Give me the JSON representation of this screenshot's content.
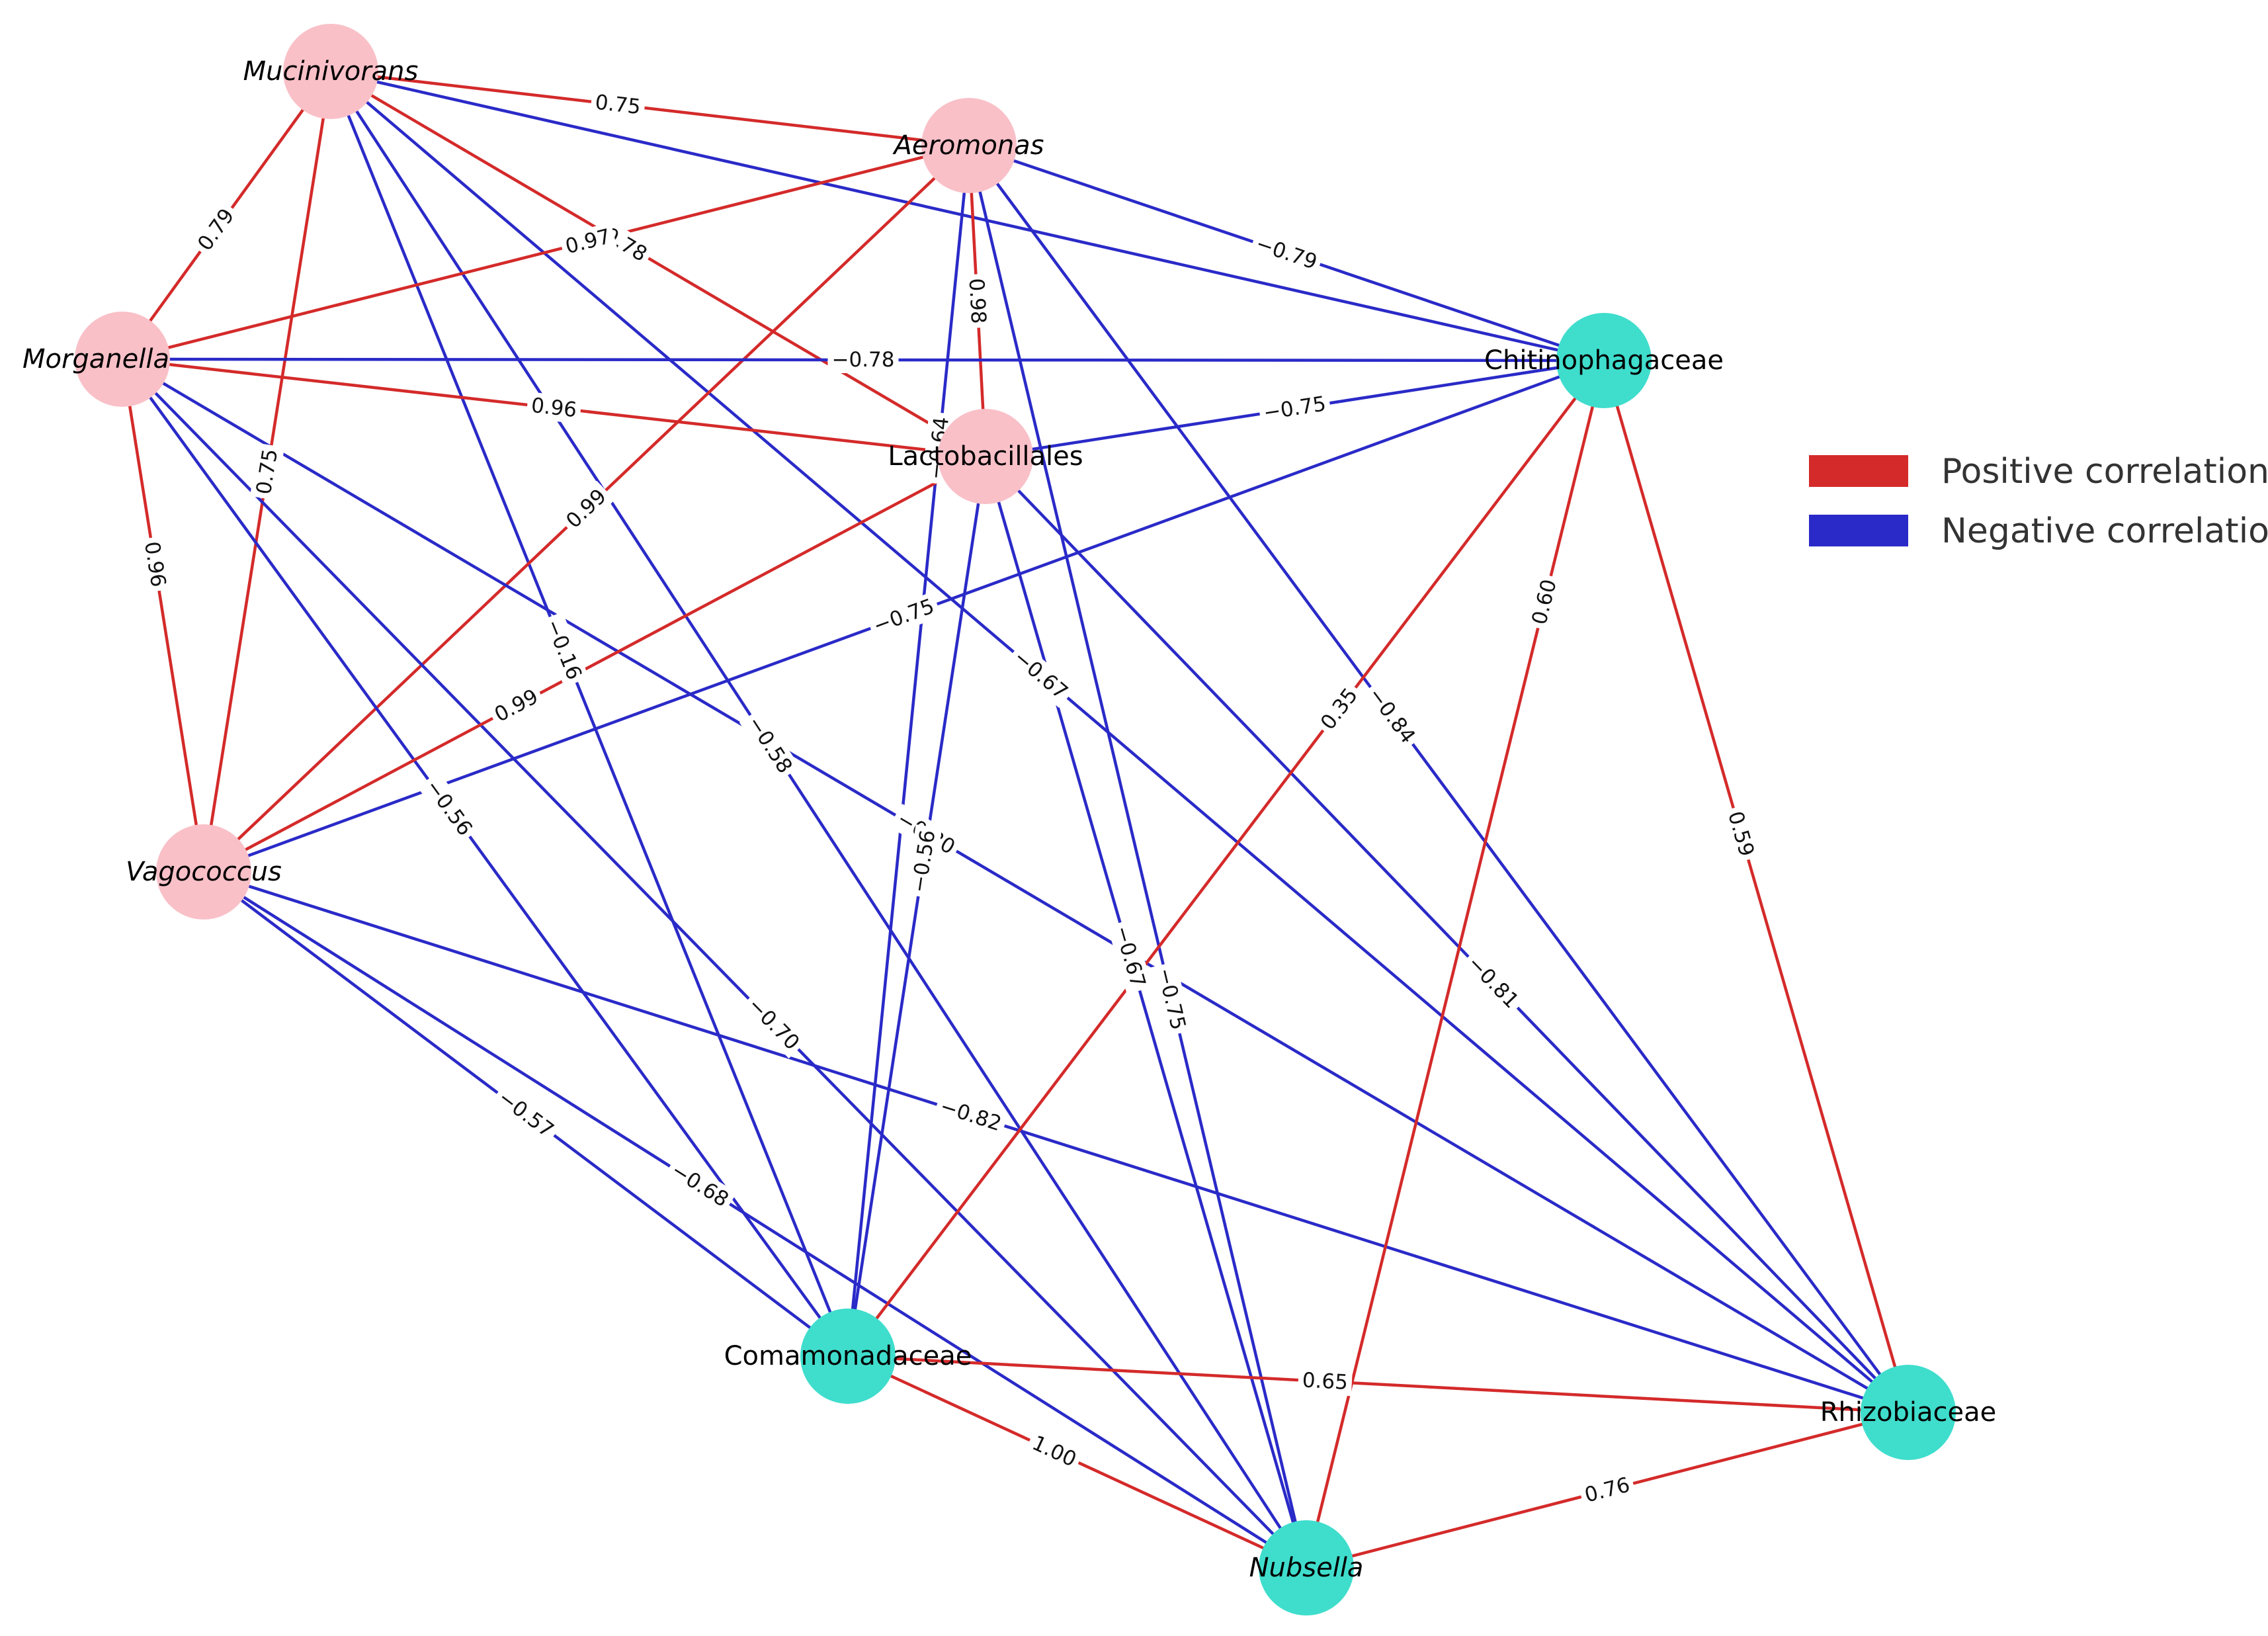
{
  "colors": {
    "positive": "#d42a2a",
    "negative": "#2a2ac8",
    "node_group_a": "#f9c0c8",
    "node_group_b": "#3fddcc"
  },
  "legend": {
    "positive_label": "Positive correlation",
    "negative_label": "Negative correlation"
  },
  "nodes": [
    {
      "id": "mucinivorans",
      "label": "Mucinivorans",
      "group": "a",
      "italic": true
    },
    {
      "id": "aeromonas",
      "label": "Aeromonas",
      "group": "a",
      "italic": true
    },
    {
      "id": "morganella",
      "label": "Morganella",
      "group": "a",
      "italic": true
    },
    {
      "id": "lactobacillales",
      "label": "Lactobacillales",
      "group": "a",
      "italic": false
    },
    {
      "id": "vagococcus",
      "label": "Vagococcus",
      "group": "a",
      "italic": true
    },
    {
      "id": "chitinophagaceae",
      "label": "Chitinophagaceae",
      "group": "b",
      "italic": false
    },
    {
      "id": "comamonadaceae",
      "label": "Comamonadaceae",
      "group": "b",
      "italic": false
    },
    {
      "id": "rhizobiaceae",
      "label": "Rhizobiaceae",
      "group": "b",
      "italic": false
    },
    {
      "id": "nubsella",
      "label": "Nubsella",
      "group": "b",
      "italic": true
    }
  ],
  "edges": [
    {
      "source": "mucinivorans",
      "target": "aeromonas",
      "sign": "positive",
      "label": "0.75"
    },
    {
      "source": "mucinivorans",
      "target": "morganella",
      "sign": "positive",
      "label": "0.79"
    },
    {
      "source": "mucinivorans",
      "target": "vagococcus",
      "sign": "positive",
      "label": "0.75"
    },
    {
      "source": "mucinivorans",
      "target": "lactobacillales",
      "sign": "positive",
      "label": "0.78"
    },
    {
      "source": "mucinivorans",
      "target": "chitinophagaceae",
      "sign": "negative",
      "label": ""
    },
    {
      "source": "mucinivorans",
      "target": "comamonadaceae",
      "sign": "negative",
      "label": "−0.16"
    },
    {
      "source": "mucinivorans",
      "target": "nubsella",
      "sign": "negative",
      "label": "−0.58"
    },
    {
      "source": "mucinivorans",
      "target": "rhizobiaceae",
      "sign": "negative",
      "label": "−0.67"
    },
    {
      "source": "aeromonas",
      "target": "morganella",
      "sign": "positive",
      "label": "0.97"
    },
    {
      "source": "aeromonas",
      "target": "lactobacillales",
      "sign": "positive",
      "label": "0.98"
    },
    {
      "source": "aeromonas",
      "target": "vagococcus",
      "sign": "positive",
      "label": "0.99"
    },
    {
      "source": "aeromonas",
      "target": "chitinophagaceae",
      "sign": "negative",
      "label": "−0.79"
    },
    {
      "source": "aeromonas",
      "target": "comamonadaceae",
      "sign": "negative",
      "label": "−0.64"
    },
    {
      "source": "aeromonas",
      "target": "nubsella",
      "sign": "negative",
      "label": "−0.75"
    },
    {
      "source": "aeromonas",
      "target": "rhizobiaceae",
      "sign": "negative",
      "label": "−0.84"
    },
    {
      "source": "morganella",
      "target": "chitinophagaceae",
      "sign": "negative",
      "label": "−0.78"
    },
    {
      "source": "morganella",
      "target": "lactobacillales",
      "sign": "positive",
      "label": "0.96"
    },
    {
      "source": "morganella",
      "target": "vagococcus",
      "sign": "positive",
      "label": "0.96"
    },
    {
      "source": "morganella",
      "target": "comamonadaceae",
      "sign": "negative",
      "label": "−0.56"
    },
    {
      "source": "morganella",
      "target": "nubsella",
      "sign": "negative",
      "label": "−0.70"
    },
    {
      "source": "morganella",
      "target": "rhizobiaceae",
      "sign": "negative",
      "label": "−0.80"
    },
    {
      "source": "lactobacillales",
      "target": "chitinophagaceae",
      "sign": "negative",
      "label": "−0.75"
    },
    {
      "source": "lactobacillales",
      "target": "vagococcus",
      "sign": "positive",
      "label": "0.99"
    },
    {
      "source": "lactobacillales",
      "target": "comamonadaceae",
      "sign": "negative",
      "label": "−0.56"
    },
    {
      "source": "lactobacillales",
      "target": "nubsella",
      "sign": "negative",
      "label": "−0.67"
    },
    {
      "source": "lactobacillales",
      "target": "rhizobiaceae",
      "sign": "negative",
      "label": "−0.81"
    },
    {
      "source": "vagococcus",
      "target": "chitinophagaceae",
      "sign": "negative",
      "label": "−0.75"
    },
    {
      "source": "vagococcus",
      "target": "comamonadaceae",
      "sign": "negative",
      "label": "−0.57"
    },
    {
      "source": "vagococcus",
      "target": "nubsella",
      "sign": "negative",
      "label": "−0.68"
    },
    {
      "source": "vagococcus",
      "target": "rhizobiaceae",
      "sign": "negative",
      "label": "−0.82"
    },
    {
      "source": "chitinophagaceae",
      "target": "comamonadaceae",
      "sign": "positive",
      "label": "0.35"
    },
    {
      "source": "chitinophagaceae",
      "target": "nubsella",
      "sign": "positive",
      "label": "0.60"
    },
    {
      "source": "chitinophagaceae",
      "target": "rhizobiaceae",
      "sign": "positive",
      "label": "0.59"
    },
    {
      "source": "comamonadaceae",
      "target": "rhizobiaceae",
      "sign": "positive",
      "label": "0.65"
    },
    {
      "source": "comamonadaceae",
      "target": "nubsella",
      "sign": "positive",
      "label": "1.00"
    },
    {
      "source": "rhizobiaceae",
      "target": "nubsella",
      "sign": "positive",
      "label": "0.76"
    }
  ]
}
